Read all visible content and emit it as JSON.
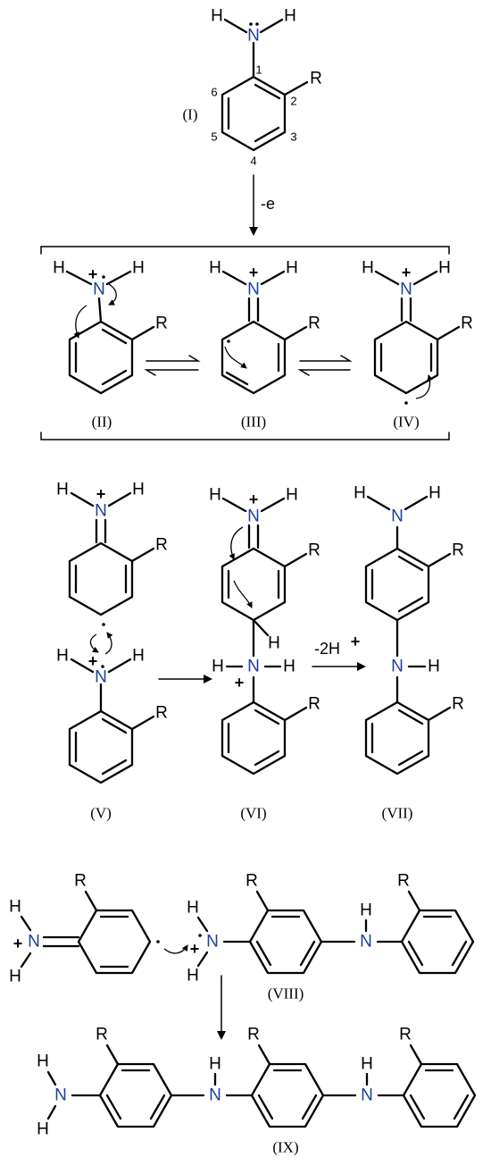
{
  "labels": {
    "I": "(I)",
    "II": "(II)",
    "III": "(III)",
    "IV": "(IV)",
    "V": "(V)",
    "VI": "(VI)",
    "VII": "(VII)",
    "VIII": "(VIII)",
    "IX": "(IX)"
  },
  "atoms": {
    "N": "N",
    "H": "H",
    "R": "R"
  },
  "charges": {
    "plus": "+"
  },
  "ring_numbers": [
    "1",
    "2",
    "3",
    "4",
    "5",
    "6"
  ],
  "arrows": {
    "oxidation": "-e",
    "deprotonation": "-2H"
  },
  "colors": {
    "nitrogen": "#1a3f9e",
    "bond": "#000000"
  }
}
